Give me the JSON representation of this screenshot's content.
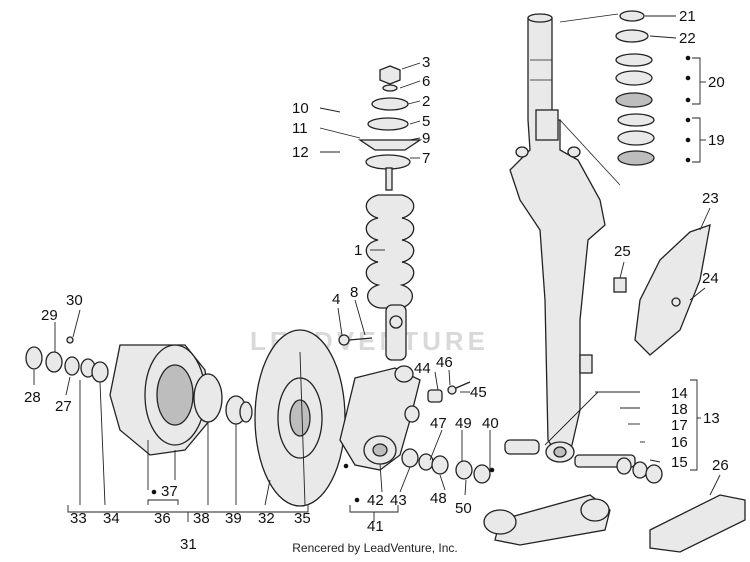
{
  "diagram": {
    "watermark_text": "LEADVENTURE",
    "credit": "Rencered by LeadVenture, Inc.",
    "callouts": {
      "n1": "1",
      "n2": "2",
      "n3": "3",
      "n4": "4",
      "n5": "5",
      "n6": "6",
      "n7": "7",
      "n8": "8",
      "n9": "9",
      "n10": "10",
      "n11": "11",
      "n12": "12",
      "n13": "13",
      "n14": "14",
      "n15": "15",
      "n16": "16",
      "n17": "17",
      "n18": "18",
      "n19": "19",
      "n20": "20",
      "n21": "21",
      "n22": "22",
      "n23": "23",
      "n24": "24",
      "n25": "25",
      "n26": "26",
      "n27": "27",
      "n28": "28",
      "n29": "29",
      "n30": "30",
      "n31": "31",
      "n32": "32",
      "n33": "33",
      "n34": "34",
      "n35": "35",
      "n36": "36",
      "n37": "37",
      "n38": "38",
      "n39": "39",
      "n40": "40",
      "n41": "41",
      "n42": "42",
      "n43": "43",
      "n44": "44",
      "n45": "45",
      "n46": "46",
      "n47": "47",
      "n48": "48",
      "n49": "49",
      "n50": "50"
    }
  }
}
